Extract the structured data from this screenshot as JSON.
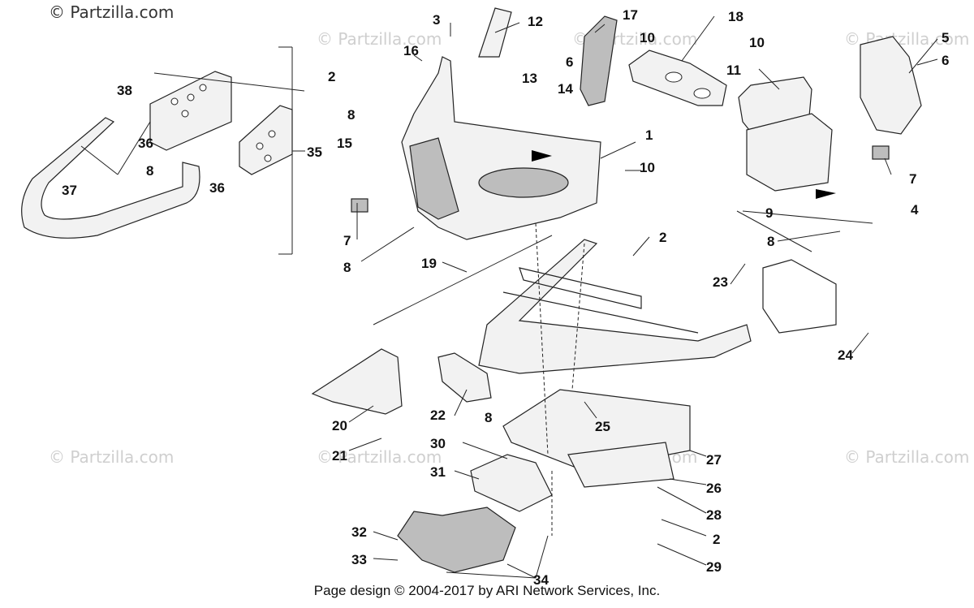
{
  "watermark_brand": "© Partzilla.com",
  "footer_text": "Page design © 2004-2017 by ARI Network Services, Inc.",
  "callouts": {
    "c1": "1",
    "c2a": "2",
    "c2b": "2",
    "c2c": "2",
    "c3": "3",
    "c4": "4",
    "c5": "5",
    "c6a": "6",
    "c6b": "6",
    "c7a": "7",
    "c7b": "7",
    "c8a": "8",
    "c8b": "8",
    "c8c": "8",
    "c8d": "8",
    "c8e": "8",
    "c9": "9",
    "c10a": "10",
    "c10b": "10",
    "c10c": "10",
    "c11": "11",
    "c12": "12",
    "c13": "13",
    "c14": "14",
    "c15": "15",
    "c16": "16",
    "c17": "17",
    "c18": "18",
    "c19": "19",
    "c20": "20",
    "c21": "21",
    "c22": "22",
    "c23": "23",
    "c24": "24",
    "c25": "25",
    "c26": "26",
    "c27": "27",
    "c28": "28",
    "c29": "29",
    "c30": "30",
    "c31": "31",
    "c32": "32",
    "c33": "33",
    "c34": "34",
    "c35": "35",
    "c36a": "36",
    "c36b": "36",
    "c37": "37",
    "c38": "38"
  }
}
